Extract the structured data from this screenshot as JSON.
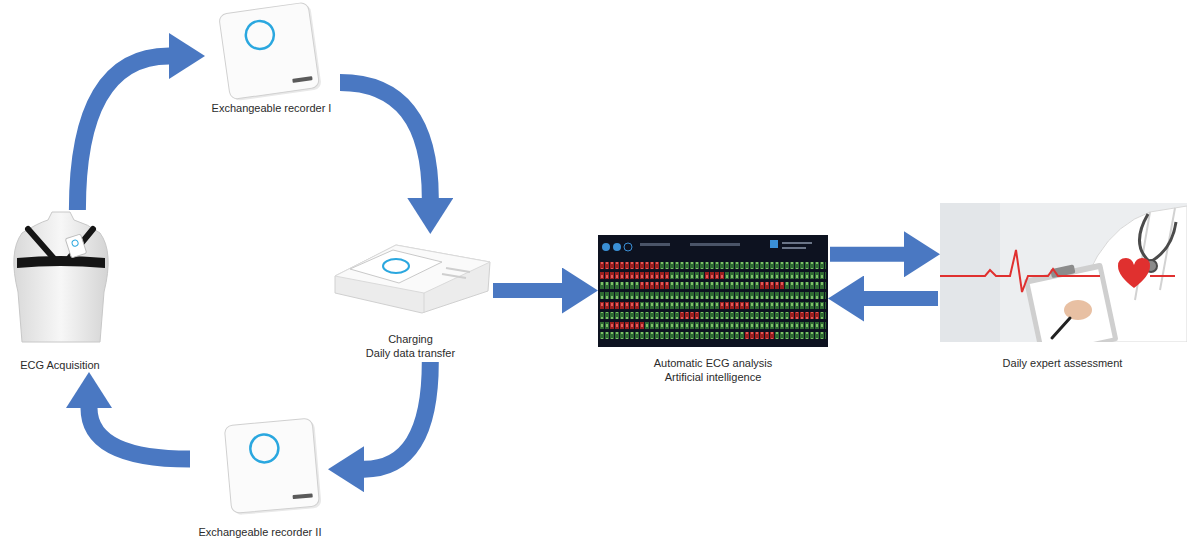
{
  "diagram": {
    "nodes": [
      {
        "text": [
          "ECG Acquisition"
        ]
      },
      {
        "text": [
          "Exchangeable recorder I"
        ]
      },
      {
        "text": [
          "Charging",
          "Daily data transfer"
        ]
      },
      {
        "text": [
          "Exchangeable recorder II"
        ]
      },
      {
        "text": [
          "Automatic ECG analysis",
          "Artificial intelligence"
        ]
      },
      {
        "text": [
          "Daily expert assessment"
        ]
      }
    ],
    "edges": [
      {
        "from": 0,
        "to": 1,
        "arrow": "to"
      },
      {
        "from": 1,
        "to": 2,
        "arrow": "to"
      },
      {
        "from": 2,
        "to": 3,
        "arrow": "to"
      },
      {
        "from": 3,
        "to": 0,
        "arrow": "to"
      },
      {
        "from": 2,
        "to": 4,
        "arrow": "to"
      },
      {
        "from": 4,
        "to": 5,
        "arrow": "to"
      },
      {
        "from": 5,
        "to": 4,
        "arrow": "to"
      }
    ]
  }
}
